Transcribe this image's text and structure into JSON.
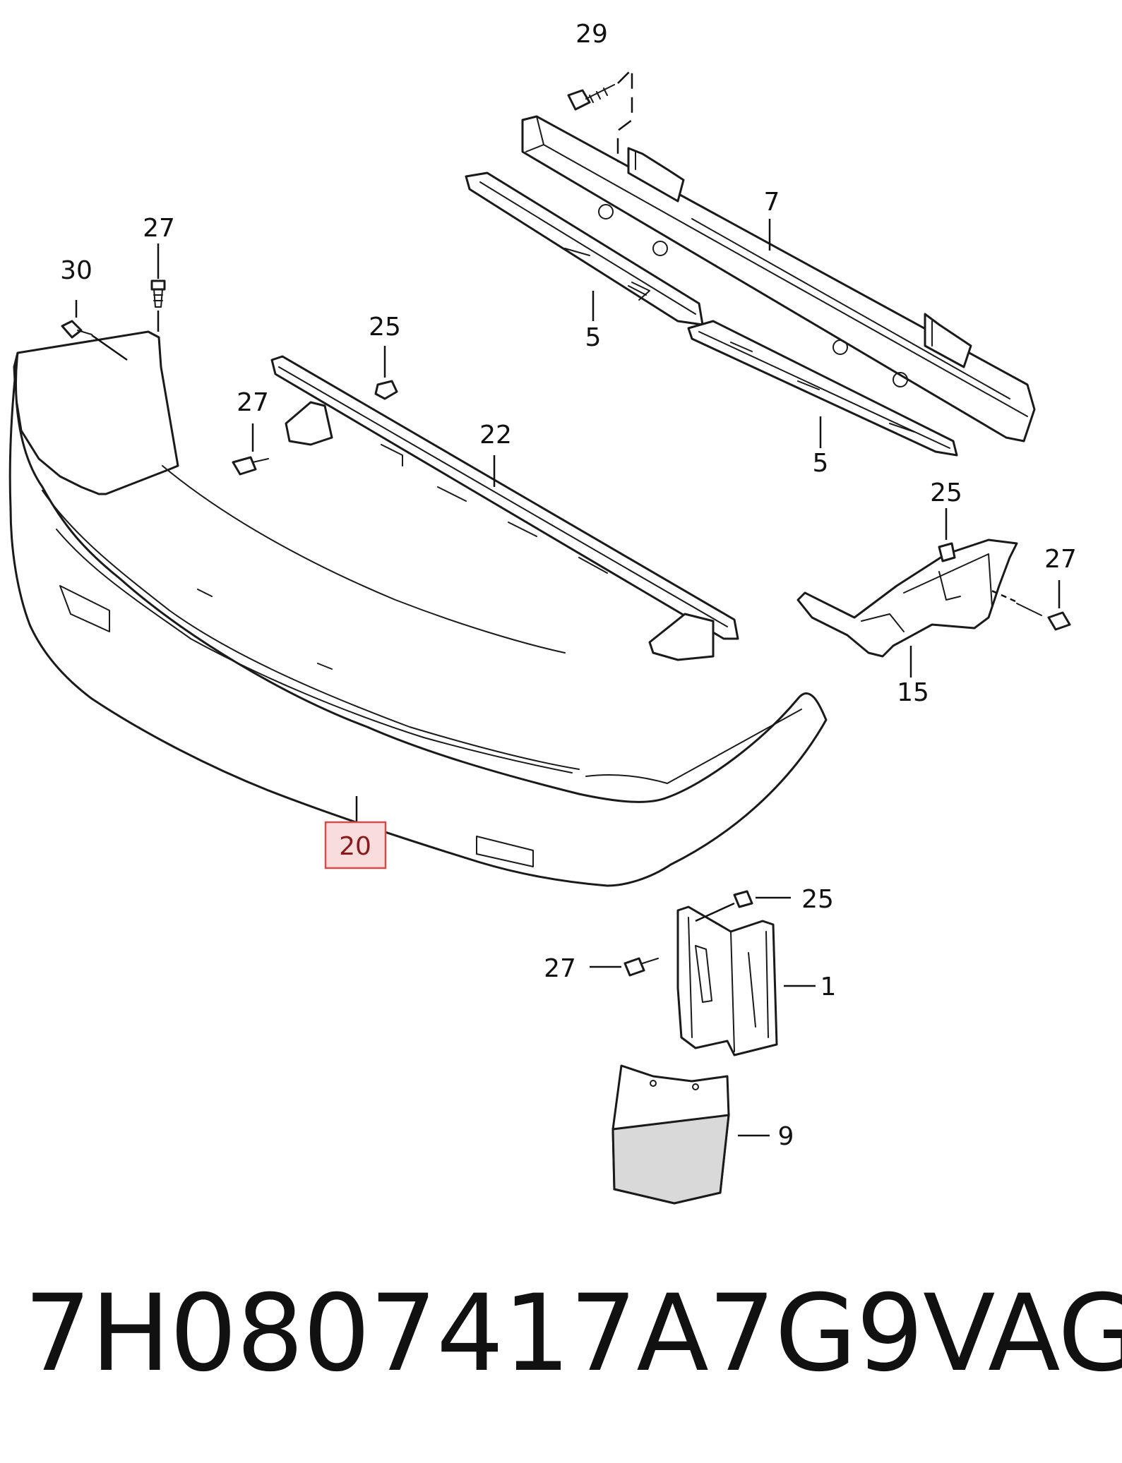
{
  "callouts": {
    "c29": "29",
    "c27a": "27",
    "c30": "30",
    "c7": "7",
    "c5a": "5",
    "c5b": "5",
    "c25a": "25",
    "c27b": "27",
    "c22": "22",
    "c25b": "25",
    "c27c": "27",
    "c15": "15",
    "c20": "20",
    "c25c": "25",
    "c27d": "27",
    "c1": "1",
    "c9": "9"
  },
  "caption": {
    "part_number": "7H0807417A7G9",
    "brand": "VAG"
  },
  "colors": {
    "highlight_fill": "#f9dcdc",
    "highlight_border": "#d84a4a",
    "line": "#1a1a1a"
  }
}
